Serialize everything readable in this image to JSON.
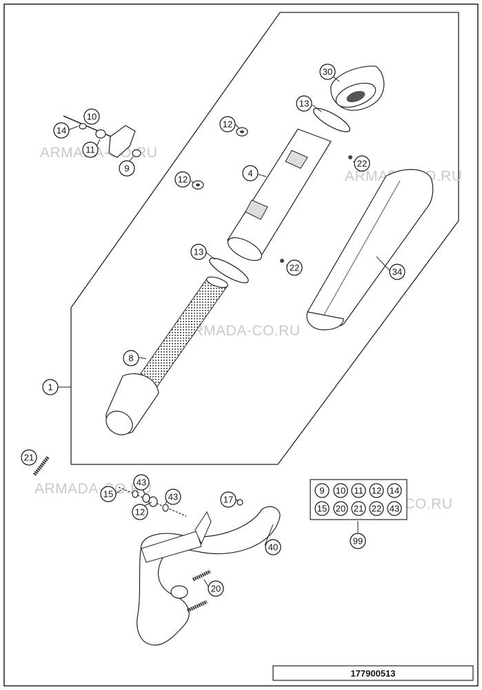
{
  "drawing_number": "177900513",
  "watermark": "ARMADA-CO.RU",
  "callouts": [
    "30",
    "13",
    "12",
    "22",
    "4",
    "12",
    "13",
    "22",
    "34",
    "8",
    "1",
    "10",
    "14",
    "11",
    "9",
    "21",
    "43",
    "15",
    "43",
    "12",
    "17",
    "40",
    "20"
  ],
  "kit": {
    "row1": [
      "9",
      "10",
      "11",
      "12",
      "14"
    ],
    "row2": [
      "15",
      "20",
      "21",
      "22",
      "43"
    ],
    "label": "99"
  }
}
